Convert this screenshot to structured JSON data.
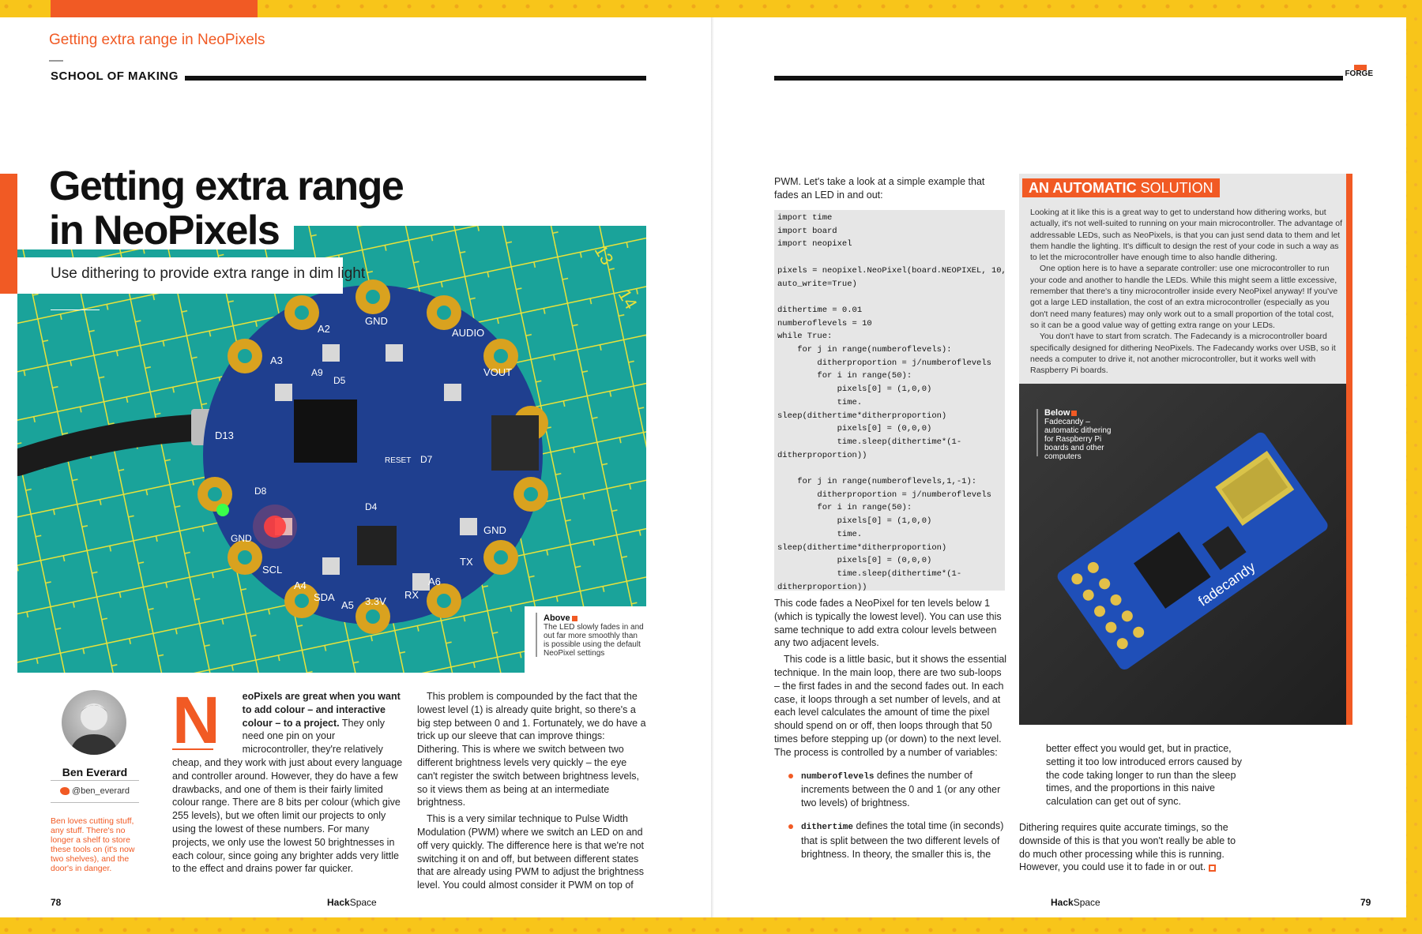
{
  "header": {
    "running_title": "Getting extra range in NeoPixels",
    "section": "SCHOOL OF MAKING",
    "tag": "FORGE"
  },
  "article": {
    "title_line1": "Getting extra range",
    "title_line2": "in NeoPixels",
    "subtitle": "Use dithering to provide extra range in dim light"
  },
  "photo_caption": {
    "label": "Above",
    "text": "The LED slowly fades in and out far more smoothly than is possible using the default NeoPixel settings"
  },
  "board_labels": [
    "D13",
    "D8",
    "GND",
    "SCL",
    "A4",
    "SDA",
    "A5",
    "3.3V",
    "RX",
    "A6",
    "TX",
    "GND",
    "VOUT",
    "AUDIO",
    "GND",
    "A2",
    "A3",
    "D5",
    "A9",
    "RESET",
    "D4",
    "D7"
  ],
  "author": {
    "name": "Ben Everard",
    "twitter": "@ben_everard",
    "bio": "Ben loves cutting stuff, any stuff. There's no longer a shelf to store these tools on (it's now two shelves), and the door's in danger."
  },
  "body": {
    "dropcap": "N",
    "intro_bold": "eoPixels are great when you want to add colour – and interactive colour – to a project.",
    "p1_rest": " They only need one pin on your microcontroller, they're relatively cheap, and they work with just about every language and controller around. However, they do have a few drawbacks, and one of them is their fairly limited colour range. There are 8 bits per colour (which give 255 levels), but we often limit our projects to only using the lowest of these numbers. For many projects, we only use the lowest 50 brightnesses in each colour, since going any brighter adds very little to the effect and drains power far quicker.",
    "p2": "This problem is compounded by the fact that the lowest level (1) is already quite bright, so there's a big step between 0 and 1. Fortunately, we do have a trick up our sleeve that can improve things: Dithering. This is where we switch between two different brightness levels very quickly – the eye can't register the switch between brightness levels, so it views them as being at an intermediate brightness.",
    "p3": "This is a very similar technique to Pulse Width Modulation (PWM) where we switch an LED on and off very quickly. The difference here is that we're not switching it on and off, but between different states that are already using PWM to adjust the brightness level. You could almost consider it PWM on top of",
    "p4": "PWM. Let's take a look at a simple example that fades an LED in and out:",
    "code": "import time\nimport board\nimport neopixel\n\npixels = neopixel.NeoPixel(board.NEOPIXEL, 10,\nauto_write=True)\n\ndithertime = 0.01\nnumberoflevels = 10\nwhile True:\n    for j in range(numberoflevels):\n        ditherproportion = j/numberoflevels\n        for i in range(50):\n            pixels[0] = (1,0,0)\n            time.\nsleep(dithertime*ditherproportion)\n            pixels[0] = (0,0,0)\n            time.sleep(dithertime*(1-\nditherproportion))\n\n    for j in range(numberoflevels,1,-1):\n        ditherproportion = j/numberoflevels\n        for i in range(50):\n            pixels[0] = (1,0,0)\n            time.\nsleep(dithertime*ditherproportion)\n            pixels[0] = (0,0,0)\n            time.sleep(dithertime*(1-\nditherproportion))",
    "p5": "This code fades a NeoPixel for ten levels below 1 (which is typically the lowest level). You can use this same technique to add extra colour levels between any two adjacent levels.",
    "p6": "This code is a little basic, but it shows the essential technique. In the main loop, there are two sub-loops – the first fades in and the second fades out. In each case, it loops through a set number of levels, and at each level calculates the amount of time the pixel should spend on or off, then loops through that 50 times before stepping up (or down) to the next level. The process is controlled by a number of variables:",
    "b1_code": "numberoflevels",
    "b1_text": " defines the number of increments between the 0 and 1 (or any other two levels) of brightness.",
    "b2_code": "dithertime",
    "b2_text": " defines the total time (in seconds) that is split between the two different levels of brightness. In theory, the smaller this is, the",
    "p7": "better effect you would get, but in practice, setting it too low introduced errors caused by the code taking longer to run than the sleep times, and the proportions in this naive calculation can get out of sync.",
    "p8": "Dithering requires quite accurate timings, so the downside of this is that you won't really be able to do much other processing while this is running. However, you could use it to fade in or out."
  },
  "boxout": {
    "heading_bold": "AN AUTOMATIC",
    "heading_light": " SOLUTION",
    "p1": "Looking at it like this is a great way to get to understand how dithering works, but actually, it's not well-suited to running on your main microcontroller. The advantage of addressable LEDs, such as NeoPixels, is that you can just send data to them and let them handle the lighting. It's difficult to design the rest of your code in such a way as to let the microcontroller have enough time to also handle dithering.",
    "p2": "One option here is to have a separate controller: use one microcontroller to run your code and another to handle the LEDs. While this might seem a little excessive, remember that there's a tiny microcontroller inside every NeoPixel anyway! If you've got a large LED installation, the cost of an extra microcontroller (especially as you don't need many features) may only work out to a small proportion of the total cost, so it can be a good value way of getting extra range on your LEDs.",
    "p3": "You don't have to start from scratch. The Fadecandy is a microcontroller board specifically designed for dithering NeoPixels. The Fadecandy works over USB, so it needs a computer to drive it, not another microcontroller, but it works well with Raspberry Pi boards.",
    "caption_label": "Below",
    "caption_text": "Fadecandy – automatic dithering for Raspberry Pi boards and other computers",
    "board_text": "fadecandy"
  },
  "footer": {
    "left_page": "78",
    "right_page": "79",
    "brand_bold": "Hack",
    "brand_rest": "Space"
  },
  "mat_numbers": [
    "13",
    "14"
  ],
  "colors": {
    "accent": "#f15a24",
    "yellow": "#f8c51a",
    "mat": "#1da59c",
    "pcb": "#1f3f8f"
  }
}
